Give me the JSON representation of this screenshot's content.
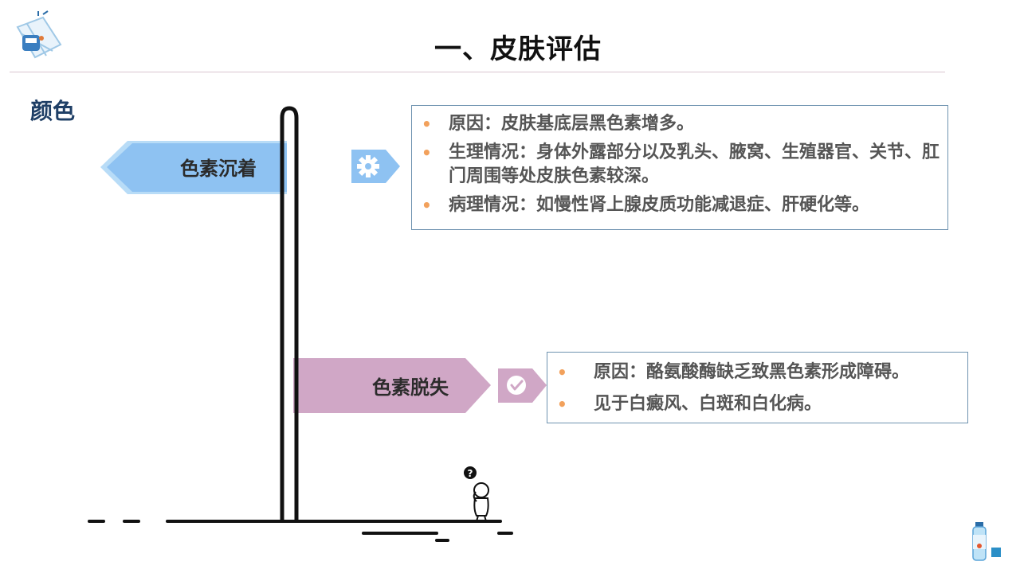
{
  "header": {
    "title": "一、皮肤评估"
  },
  "section": {
    "label": "颜色"
  },
  "signs": [
    {
      "label": "色素沉着",
      "icon": "gear-icon",
      "color": "#8ec2f2"
    },
    {
      "label": "色素脱失",
      "icon": "check-circle-icon",
      "color": "#d0a7c6"
    }
  ],
  "boxes": [
    {
      "items": [
        "原因：皮肤基底层黑色素增多。",
        "生理情况：身体外露部分以及乳头、腋窝、生殖器官、关节、肛门周围等处皮肤色素较深。",
        "病理情况：如慢性肾上腺皮质功能减退症、肝硬化等。"
      ]
    },
    {
      "items": [
        "原因：酪氨酸酶缺乏致黑色素形成障碍。",
        "见于白癜风、白斑和白化病。"
      ]
    }
  ],
  "bullet_symbol": "•",
  "question_mark": "?",
  "colors": {
    "accent_blue": "#8ec2f2",
    "accent_pink": "#d0a7c6",
    "bullet": "#f2a15c",
    "box_border": "#6f93b0",
    "title_blue": "#1f3f66"
  }
}
